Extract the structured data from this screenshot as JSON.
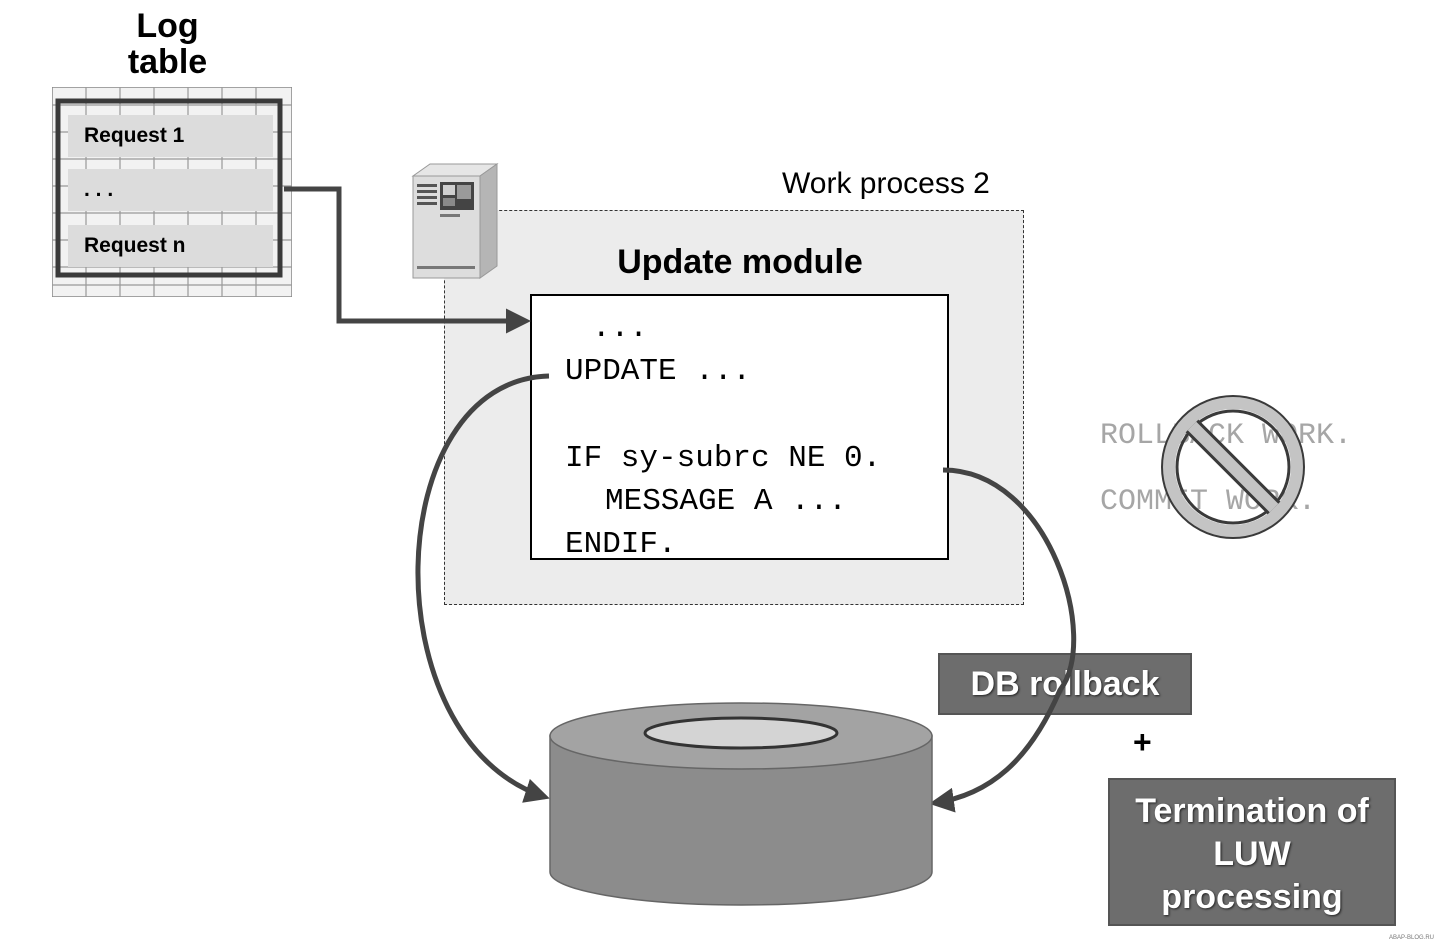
{
  "log_table": {
    "title_line1": "Log",
    "title_line2": "table",
    "rows": [
      "Request 1",
      ". . .",
      "Request n"
    ]
  },
  "work_process": {
    "label": "Work process 2",
    "module_title": "Update module",
    "code_lines": [
      "...",
      "UPDATE ...",
      "IF sy-subrc NE 0.",
      "MESSAGE A ...",
      "ENDIF."
    ]
  },
  "forbidden_statements": [
    "ROLLBACK WORK.",
    "COMMIT WORK."
  ],
  "labels": {
    "db_rollback": "DB rollback",
    "plus": "+",
    "termination_line1": "Termination of",
    "termination_line2": "LUW",
    "termination_line3": "processing"
  },
  "footer": "ABAP-BLOG.RU",
  "colors": {
    "box_fill": "#6d6d6d",
    "wp_fill": "#ececec",
    "arrow": "#444444",
    "database": "#8c8c8c",
    "forbidden_text": "#a6a6a6",
    "prohibition_sign": "#c4c4c4"
  },
  "icons": [
    "server-icon",
    "database-icon",
    "prohibition-icon"
  ]
}
